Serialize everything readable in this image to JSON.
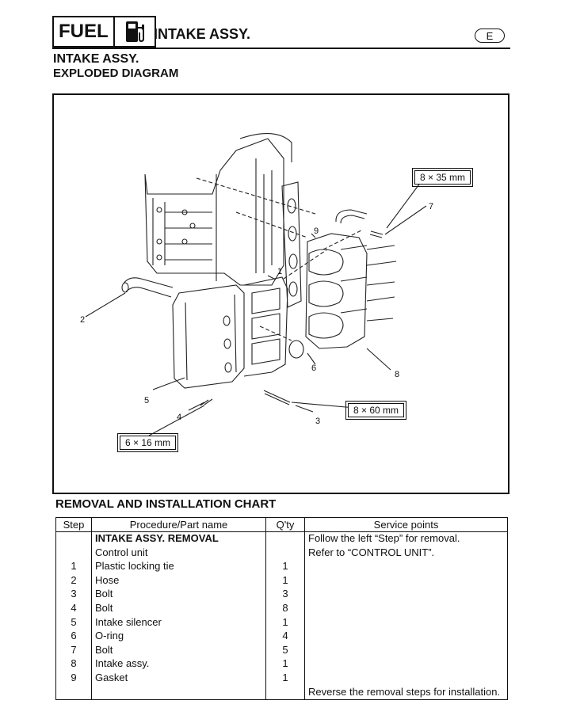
{
  "header": {
    "section": "FUEL",
    "section_icon": "fuel-pump-icon",
    "title": "INTAKE ASSY.",
    "lang_badge": "E"
  },
  "page": {
    "title": "INTAKE ASSY.",
    "subtitle": "EXPLODED DIAGRAM"
  },
  "diagram": {
    "callouts": [
      "1",
      "2",
      "3",
      "4",
      "5",
      "6",
      "7",
      "8",
      "9"
    ],
    "specs": {
      "bolt_7": "8 × 35 mm",
      "bolt_3": "8 × 60 mm",
      "bolt_4": "6 × 16 mm"
    }
  },
  "chart": {
    "title": "REMOVAL AND INSTALLATION CHART",
    "headers": {
      "step": "Step",
      "procedure": "Procedure/Part name",
      "qty": "Q'ty",
      "service": "Service points"
    },
    "rows": [
      {
        "step": "",
        "part": "INTAKE ASSY. REMOVAL",
        "qty": "",
        "service": "Follow the left “Step” for removal."
      },
      {
        "step": "",
        "part": "Control unit",
        "qty": "",
        "service": "Refer to “CONTROL UNIT”."
      },
      {
        "step": "1",
        "part": "Plastic locking tie",
        "qty": "1",
        "service": ""
      },
      {
        "step": "2",
        "part": "Hose",
        "qty": "1",
        "service": ""
      },
      {
        "step": "3",
        "part": "Bolt",
        "qty": "3",
        "service": ""
      },
      {
        "step": "4",
        "part": "Bolt",
        "qty": "8",
        "service": ""
      },
      {
        "step": "5",
        "part": "Intake silencer",
        "qty": "1",
        "service": ""
      },
      {
        "step": "6",
        "part": "O-ring",
        "qty": "4",
        "service": ""
      },
      {
        "step": "7",
        "part": "Bolt",
        "qty": "5",
        "service": ""
      },
      {
        "step": "8",
        "part": "Intake assy.",
        "qty": "1",
        "service": ""
      },
      {
        "step": "9",
        "part": "Gasket",
        "qty": "1",
        "service": ""
      },
      {
        "step": "",
        "part": "",
        "qty": "",
        "service": "Reverse the removal steps for installation."
      }
    ]
  }
}
